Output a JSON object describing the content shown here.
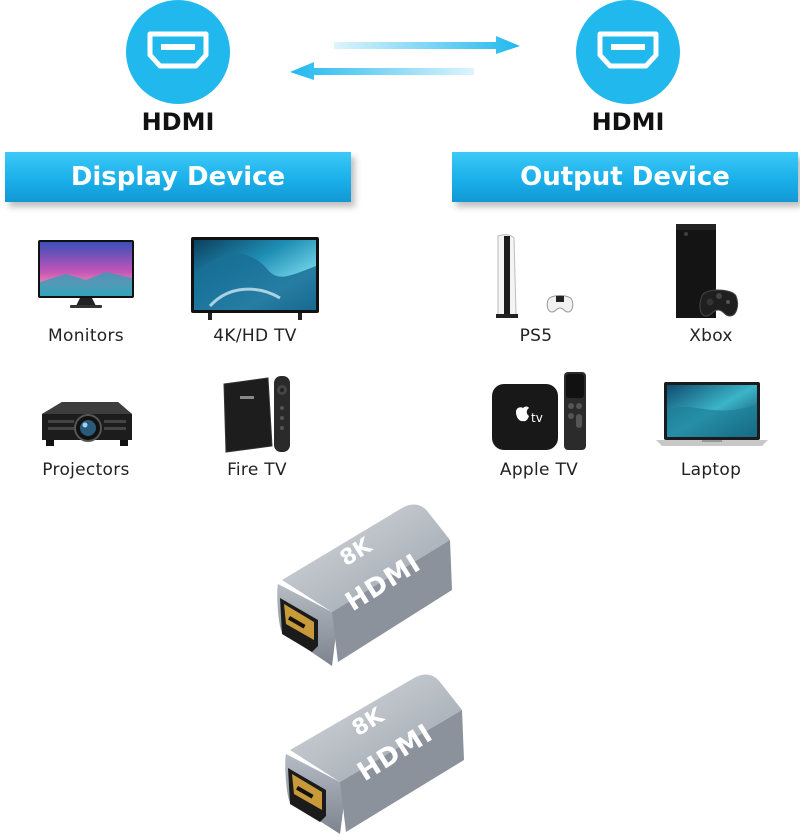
{
  "connectors": {
    "left_label": "HDMI",
    "right_label": "HDMI"
  },
  "banners": {
    "display": "Display Device",
    "output": "Output Device"
  },
  "display_devices": [
    {
      "label": "Monitors",
      "icon": "monitor-icon"
    },
    {
      "label": "4K/HD TV",
      "icon": "tv-icon"
    },
    {
      "label": "Projectors",
      "icon": "projector-icon"
    },
    {
      "label": "Fire TV",
      "icon": "fire-tv-icon"
    }
  ],
  "output_devices": [
    {
      "label": "PS5",
      "icon": "ps5-icon"
    },
    {
      "label": "Xbox",
      "icon": "xbox-icon"
    },
    {
      "label": "Apple TV",
      "icon": "apple-tv-icon"
    },
    {
      "label": "Laptop",
      "icon": "laptop-icon"
    }
  ],
  "product": {
    "badge_top": "8K",
    "badge_logo": "HDMI"
  },
  "colors": {
    "accent": "#21b8ee",
    "banner_dark": "#1298d4"
  }
}
